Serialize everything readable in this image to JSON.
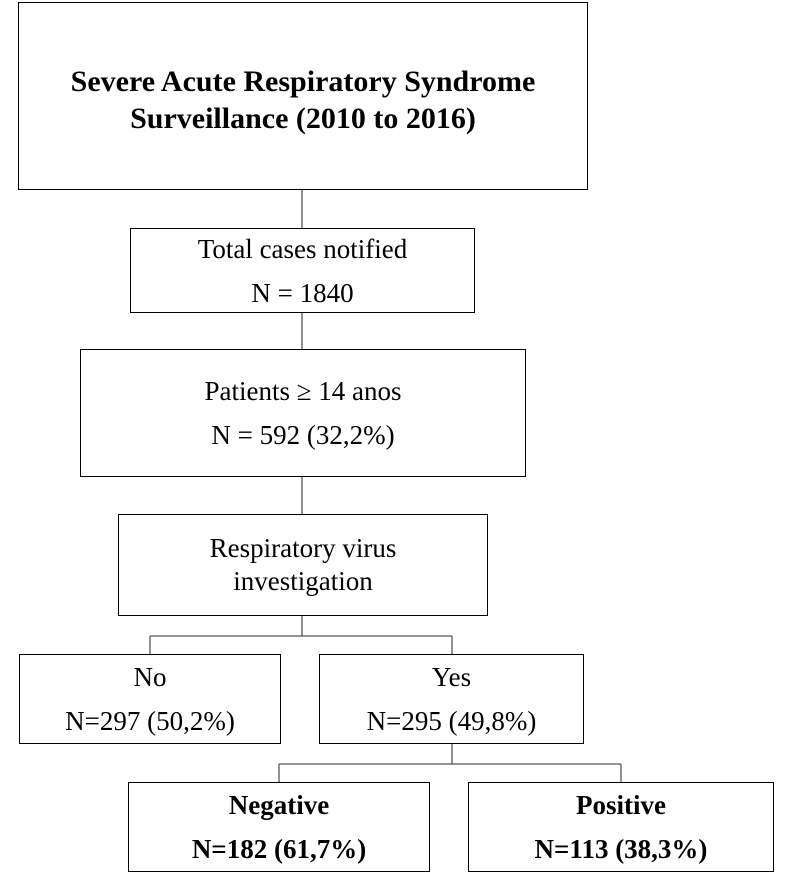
{
  "boxes": {
    "title": {
      "line1": "Severe Acute Respiratory Syndrome",
      "line2": "Surveillance (2010 to 2016)"
    },
    "total": {
      "line1": "Total cases notified",
      "line2": "N = 1840"
    },
    "adult": {
      "line1": "Patients ≥ 14 anos",
      "line2": "N = 592 (32,2%)"
    },
    "virus": {
      "line1": "Respiratory virus",
      "line2": "investigation"
    },
    "no": {
      "line1": "No",
      "line2": "N=297 (50,2%)"
    },
    "yes": {
      "line1": "Yes",
      "line2": "N=295 (49,8%)"
    },
    "negative": {
      "line1": "Negative",
      "line2": "N=182 (61,7%)"
    },
    "positive": {
      "line1": "Positive",
      "line2": "N=113 (38,3%)"
    }
  }
}
